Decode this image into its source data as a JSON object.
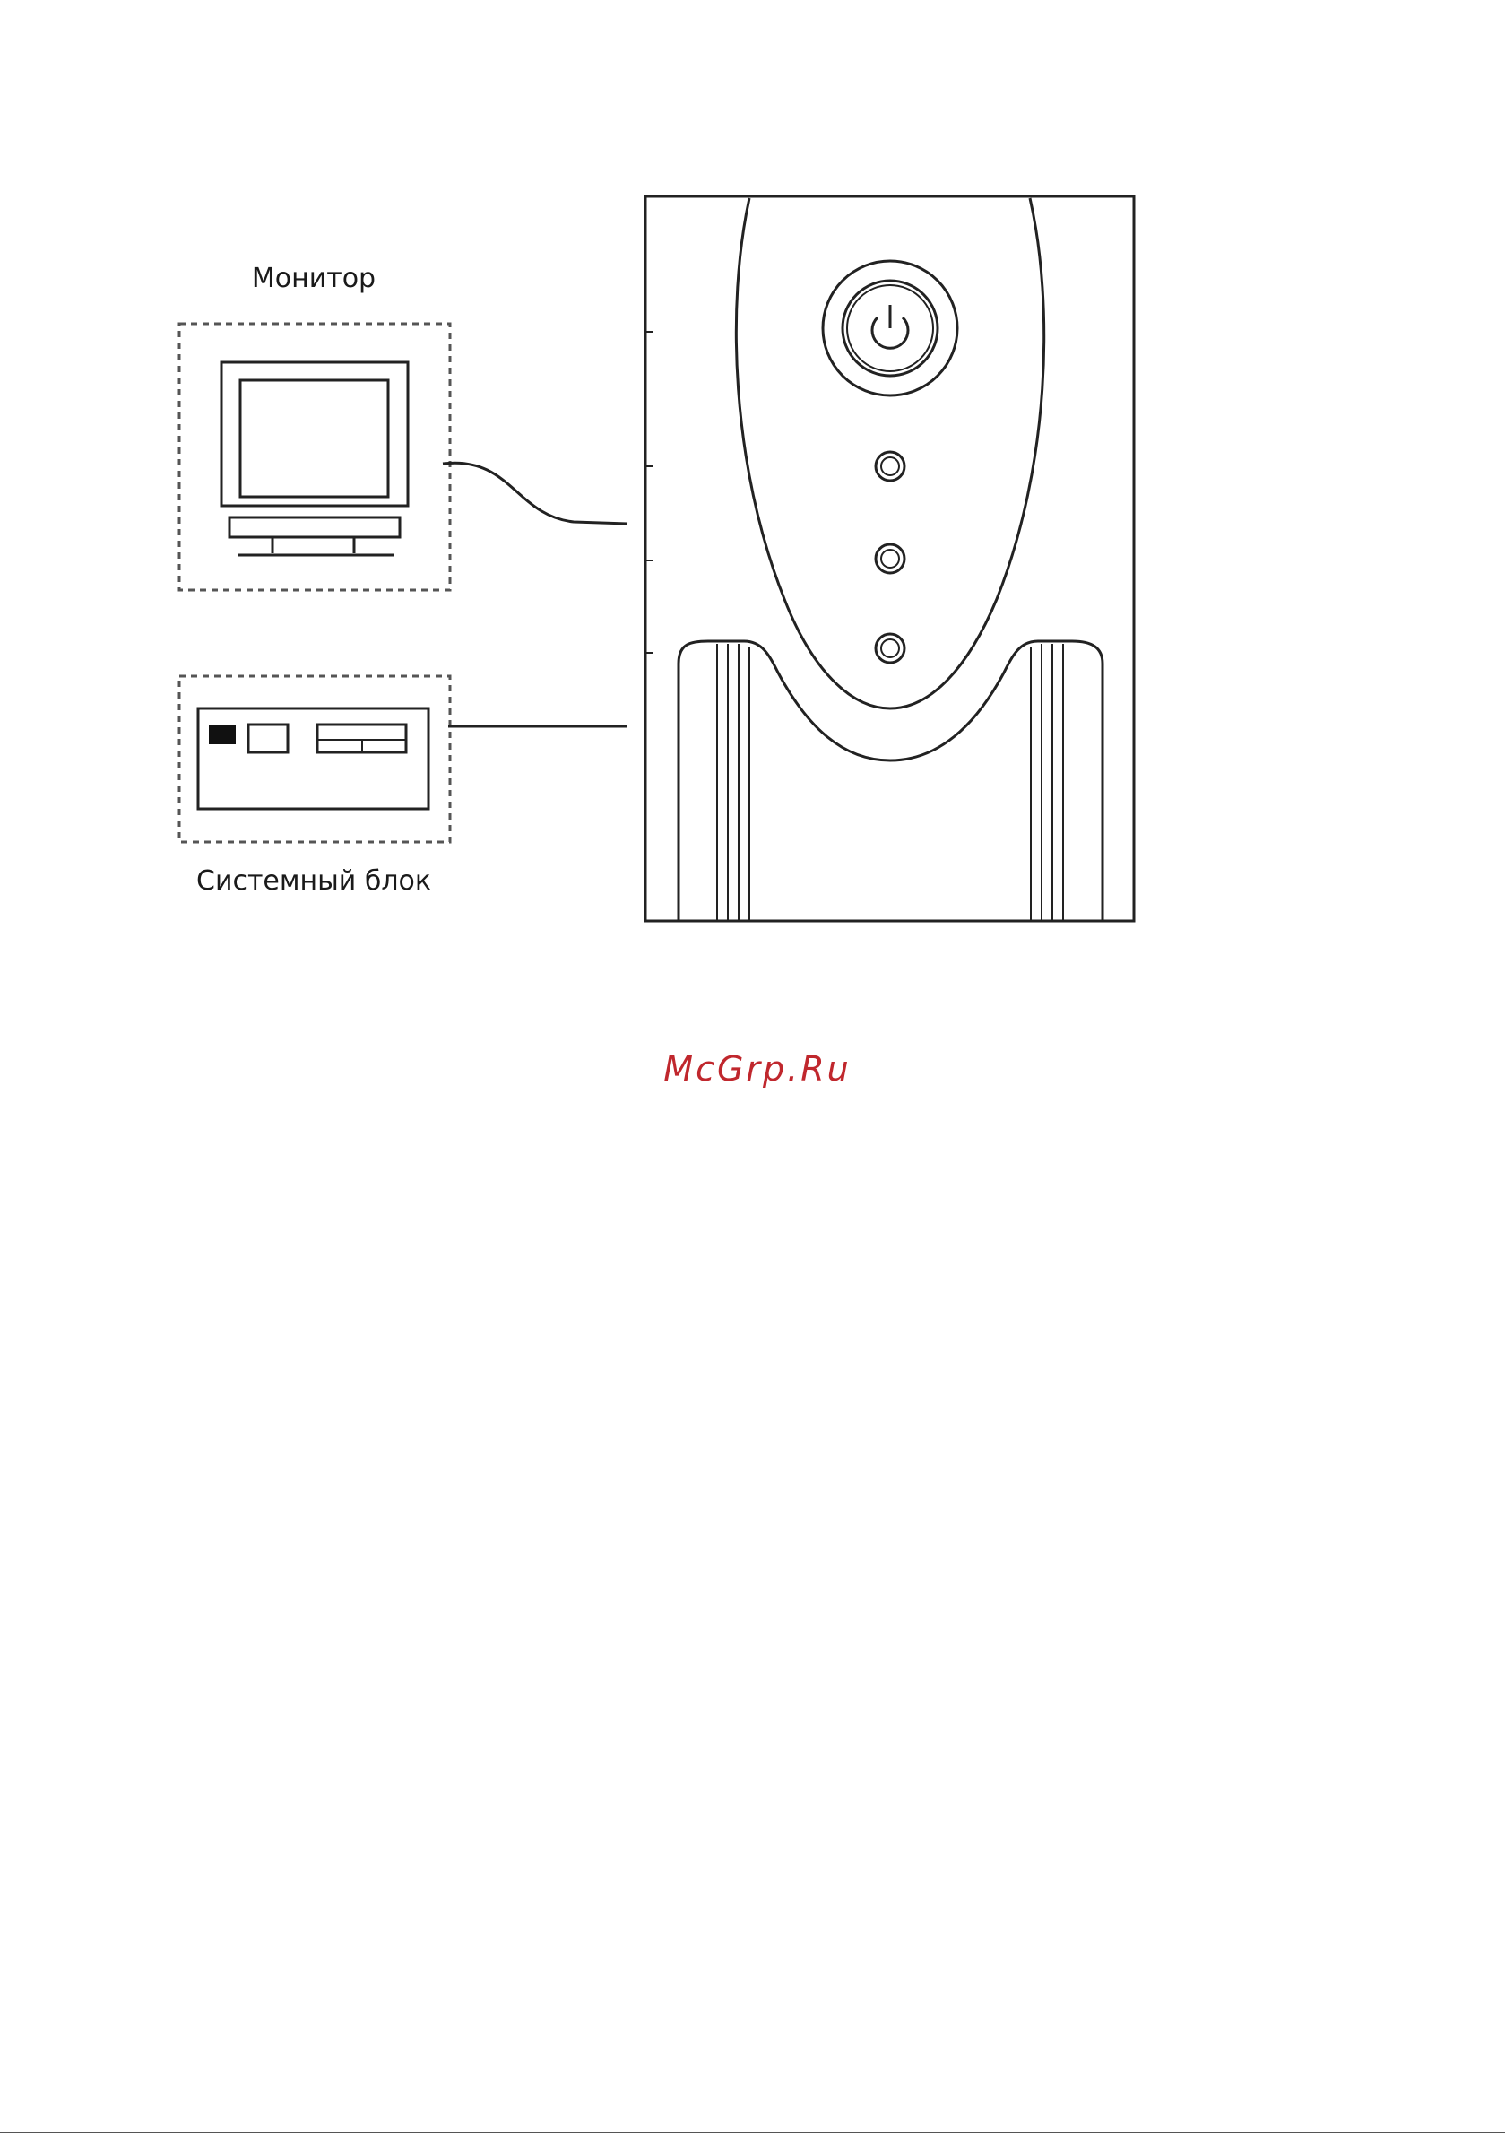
{
  "labels": {
    "monitor": "Монитор",
    "system_unit": "Системный блок"
  },
  "watermark": "McGrp.Ru",
  "colors": {
    "watermark": "#c0272d",
    "line": "#222222"
  },
  "icons": {
    "power_button": "power-icon"
  }
}
